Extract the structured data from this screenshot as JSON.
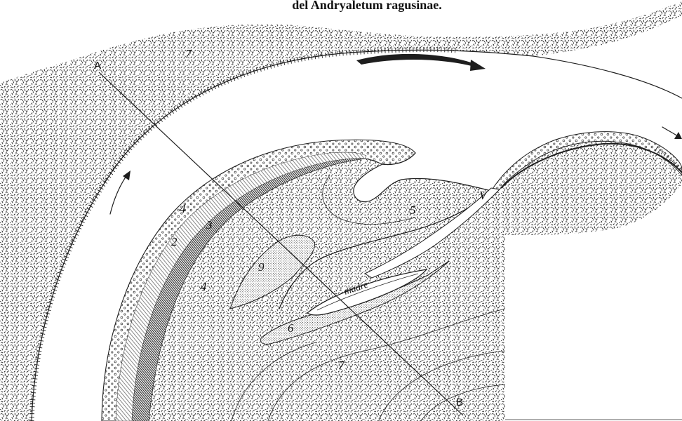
{
  "caption": "del Andryaletum ragusinae.",
  "labels": {
    "a": "A",
    "b": "B",
    "outer_bank": "7",
    "zone_circles": "4",
    "zone_three": "3",
    "zone_two": "2",
    "zone_four": "4",
    "zone_nine": "9",
    "zone_five": "5",
    "v": "V",
    "madre": "madre",
    "zone_six": "6",
    "zone_seven": "7"
  }
}
